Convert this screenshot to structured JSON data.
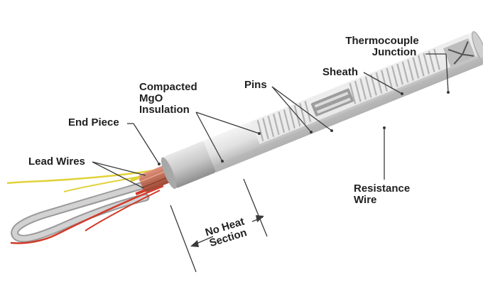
{
  "labels": {
    "thermocouple_junction": [
      "Thermocouple",
      "Junction"
    ],
    "sheath": "Sheath",
    "pins": "Pins",
    "compacted_mgo": [
      "Compacted",
      "MgO",
      "Insulation"
    ],
    "end_piece": "End Piece",
    "lead_wires": "Lead Wires",
    "resistance_wire": [
      "Resistance",
      "Wire"
    ],
    "no_heat_section": [
      "No Heat",
      "Section"
    ]
  },
  "colors": {
    "sheath_body": "#dcdcdc",
    "end_piece": "#c9c9c9",
    "fiberglass_lead": "#c26a52",
    "wire_yellow": "#e0d23a",
    "wire_red": "#d23a2a",
    "braided_sleeve": "#b9b9b9",
    "leader_line": "#3a3a3a",
    "label_text": "#1f1f1f"
  }
}
